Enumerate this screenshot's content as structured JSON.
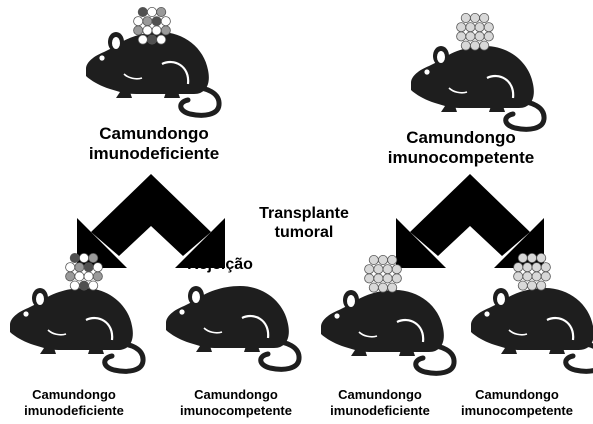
{
  "top_left_label": {
    "line1": "Camundongo",
    "line2": "imunodeficiente"
  },
  "top_right_label": {
    "line1": "Camundongo",
    "line2": "imunocompetente"
  },
  "center_label": {
    "line1": "Transplante",
    "line2": "tumoral"
  },
  "rejection_label": "Rejeição",
  "bottom_labels": [
    {
      "line1": "Camundongo",
      "line2": "imunodeficiente"
    },
    {
      "line1": "Camundongo",
      "line2": "imunocompetente"
    },
    {
      "line1": "Camundongo",
      "line2": "imunodeficiente"
    },
    {
      "line1": "Camundongo",
      "line2": "imunocompetente"
    }
  ],
  "colors": {
    "mouse": "#1e1e1e",
    "arrow": "#000000",
    "cell_light": "#d8d8d8",
    "cell_mid": "#9a9a9a",
    "cell_dark": "#505050",
    "cell_white": "#ffffff"
  }
}
